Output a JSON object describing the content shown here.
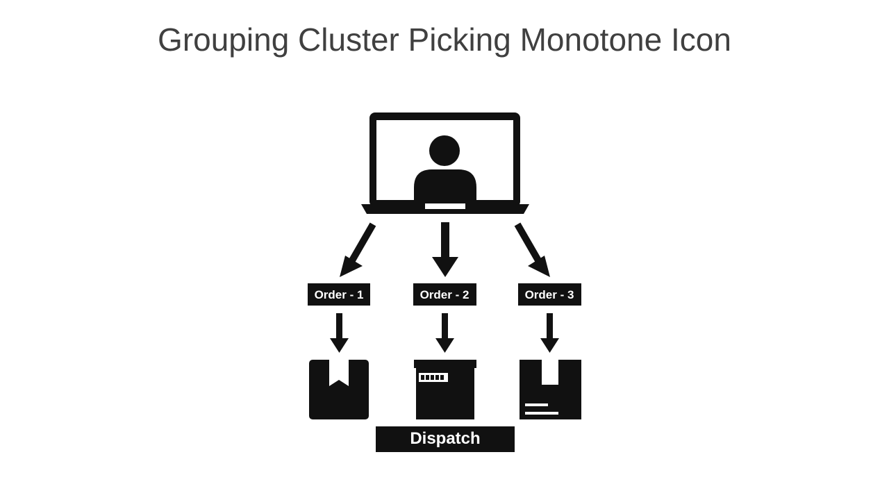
{
  "title": "Grouping Cluster Picking Monotone Icon",
  "colors": {
    "icon": "#111111",
    "title": "#404040",
    "background": "#ffffff"
  },
  "icons": [
    "laptop-user-icon",
    "arrow-icon",
    "package-icon",
    "box-icon",
    "package-icon"
  ],
  "orders": [
    {
      "label": "Order - 1"
    },
    {
      "label": "Order - 2"
    },
    {
      "label": "Order - 3"
    }
  ],
  "dispatch_label": "Dispatch"
}
